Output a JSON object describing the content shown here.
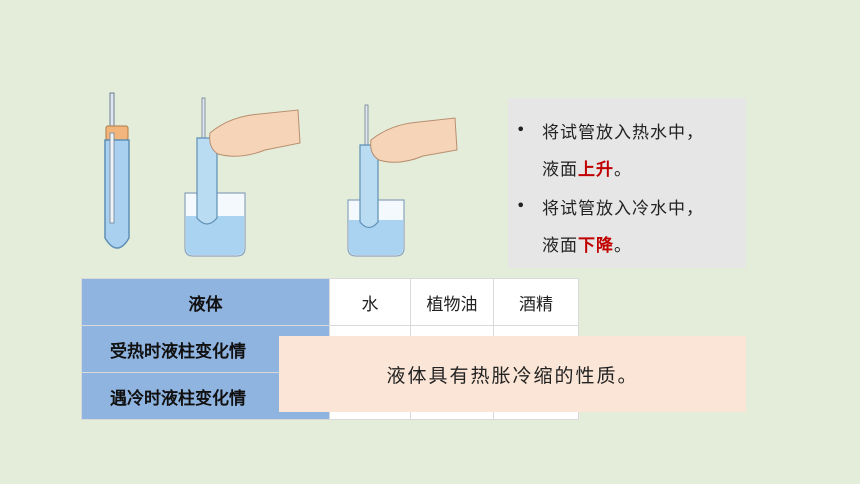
{
  "notes": [
    {
      "line1": "将试管放入热水中，",
      "line2_prefix": "液面",
      "line2_highlight": "上升",
      "line2_suffix": "。"
    },
    {
      "line1": "将试管放入冷水中，",
      "line2_prefix": "液面",
      "line2_highlight": "下降",
      "line2_suffix": "。"
    }
  ],
  "table": {
    "header": {
      "label": "液体",
      "columns": [
        "水",
        "植物油",
        "酒精"
      ]
    },
    "rows": [
      {
        "label": "受热时液柱变化情",
        "values": [
          "",
          "",
          ""
        ]
      },
      {
        "label": "遇冷时液柱变化情",
        "values": [
          "",
          "",
          ""
        ]
      }
    ]
  },
  "conclusion": "液体具有热胀冷缩的性质。",
  "colors": {
    "highlight": "#c00000",
    "table_header": "#8fb4e0",
    "conclusion_bg": "#fbe5d6",
    "notes_bg": "#e6e6e6"
  }
}
